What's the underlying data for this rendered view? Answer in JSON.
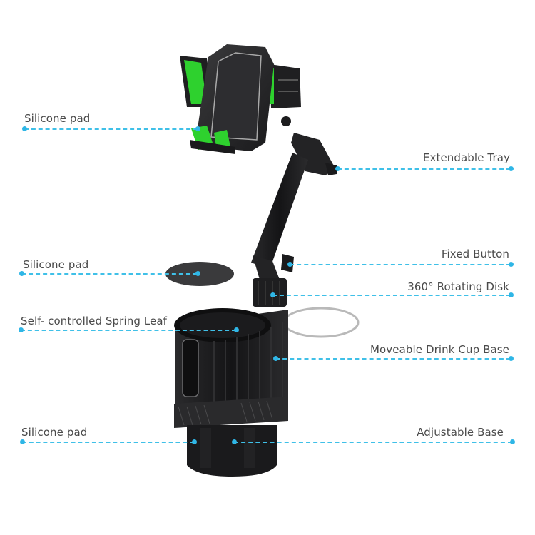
{
  "diagram": {
    "subject": "Car cup holder phone mount",
    "accent_color": "#3fc0e8",
    "phone_clamp_accent": "#2ed12e",
    "body_color": "#1c1c1e",
    "callouts": [
      {
        "id": "silicone-pad-top",
        "text": "Silicone pad",
        "side": "left"
      },
      {
        "id": "extendable-tray",
        "text": "Extendable Tray",
        "side": "right"
      },
      {
        "id": "silicone-pad-middle",
        "text": "Silicone pad",
        "side": "left"
      },
      {
        "id": "fixed-button",
        "text": "Fixed Button",
        "side": "right"
      },
      {
        "id": "rotating-disk",
        "text": "360° Rotating Disk",
        "side": "right"
      },
      {
        "id": "spring-leaf",
        "text": "Self- controlled Spring Leaf",
        "side": "left"
      },
      {
        "id": "moveable-cup-base",
        "text": "Moveable Drink Cup Base",
        "side": "right"
      },
      {
        "id": "silicone-pad-bottom",
        "text": "Silicone pad",
        "side": "left"
      },
      {
        "id": "adjustable-base",
        "text": "Adjustable Base",
        "side": "right"
      }
    ]
  }
}
